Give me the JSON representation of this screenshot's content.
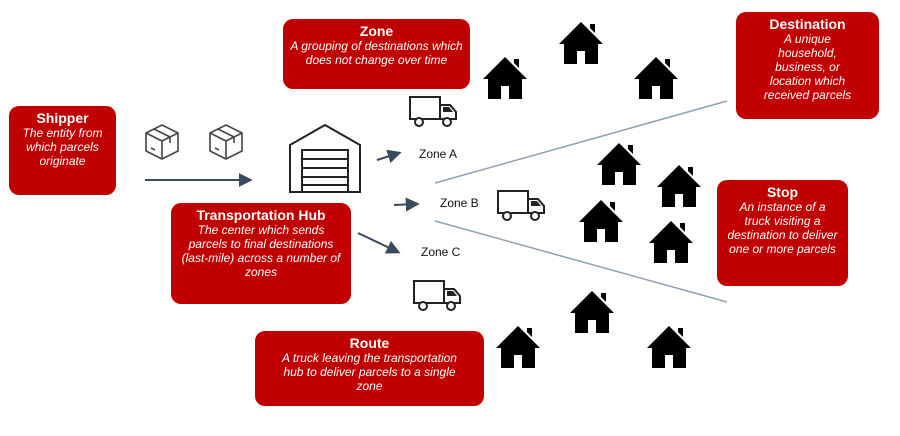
{
  "callouts": {
    "zone": {
      "title": "Zone",
      "desc": "A grouping of destinations which does not change over time"
    },
    "destination": {
      "title": "Destination",
      "desc": "A unique household, business, or location which received parcels"
    },
    "shipper": {
      "title": "Shipper",
      "desc": "The entity from which parcels originate"
    },
    "hub": {
      "title": "Transportation Hub",
      "desc": "The center which sends parcels to final destinations (last-mile) across a number of zones"
    },
    "stop": {
      "title": "Stop",
      "desc": "An instance of a truck visiting a destination to deliver one or more parcels"
    },
    "route": {
      "title": "Route",
      "desc": "A truck leaving the transportation hub to deliver parcels to a single zone"
    }
  },
  "zones": {
    "a": "Zone A",
    "b": "Zone B",
    "c": "Zone C"
  },
  "colors": {
    "callout": "#c00000",
    "arrow": "#3a4a5e",
    "line": "#8ea0b2"
  },
  "icons": [
    "package-icon",
    "warehouse-icon",
    "truck-icon",
    "house-icon"
  ]
}
